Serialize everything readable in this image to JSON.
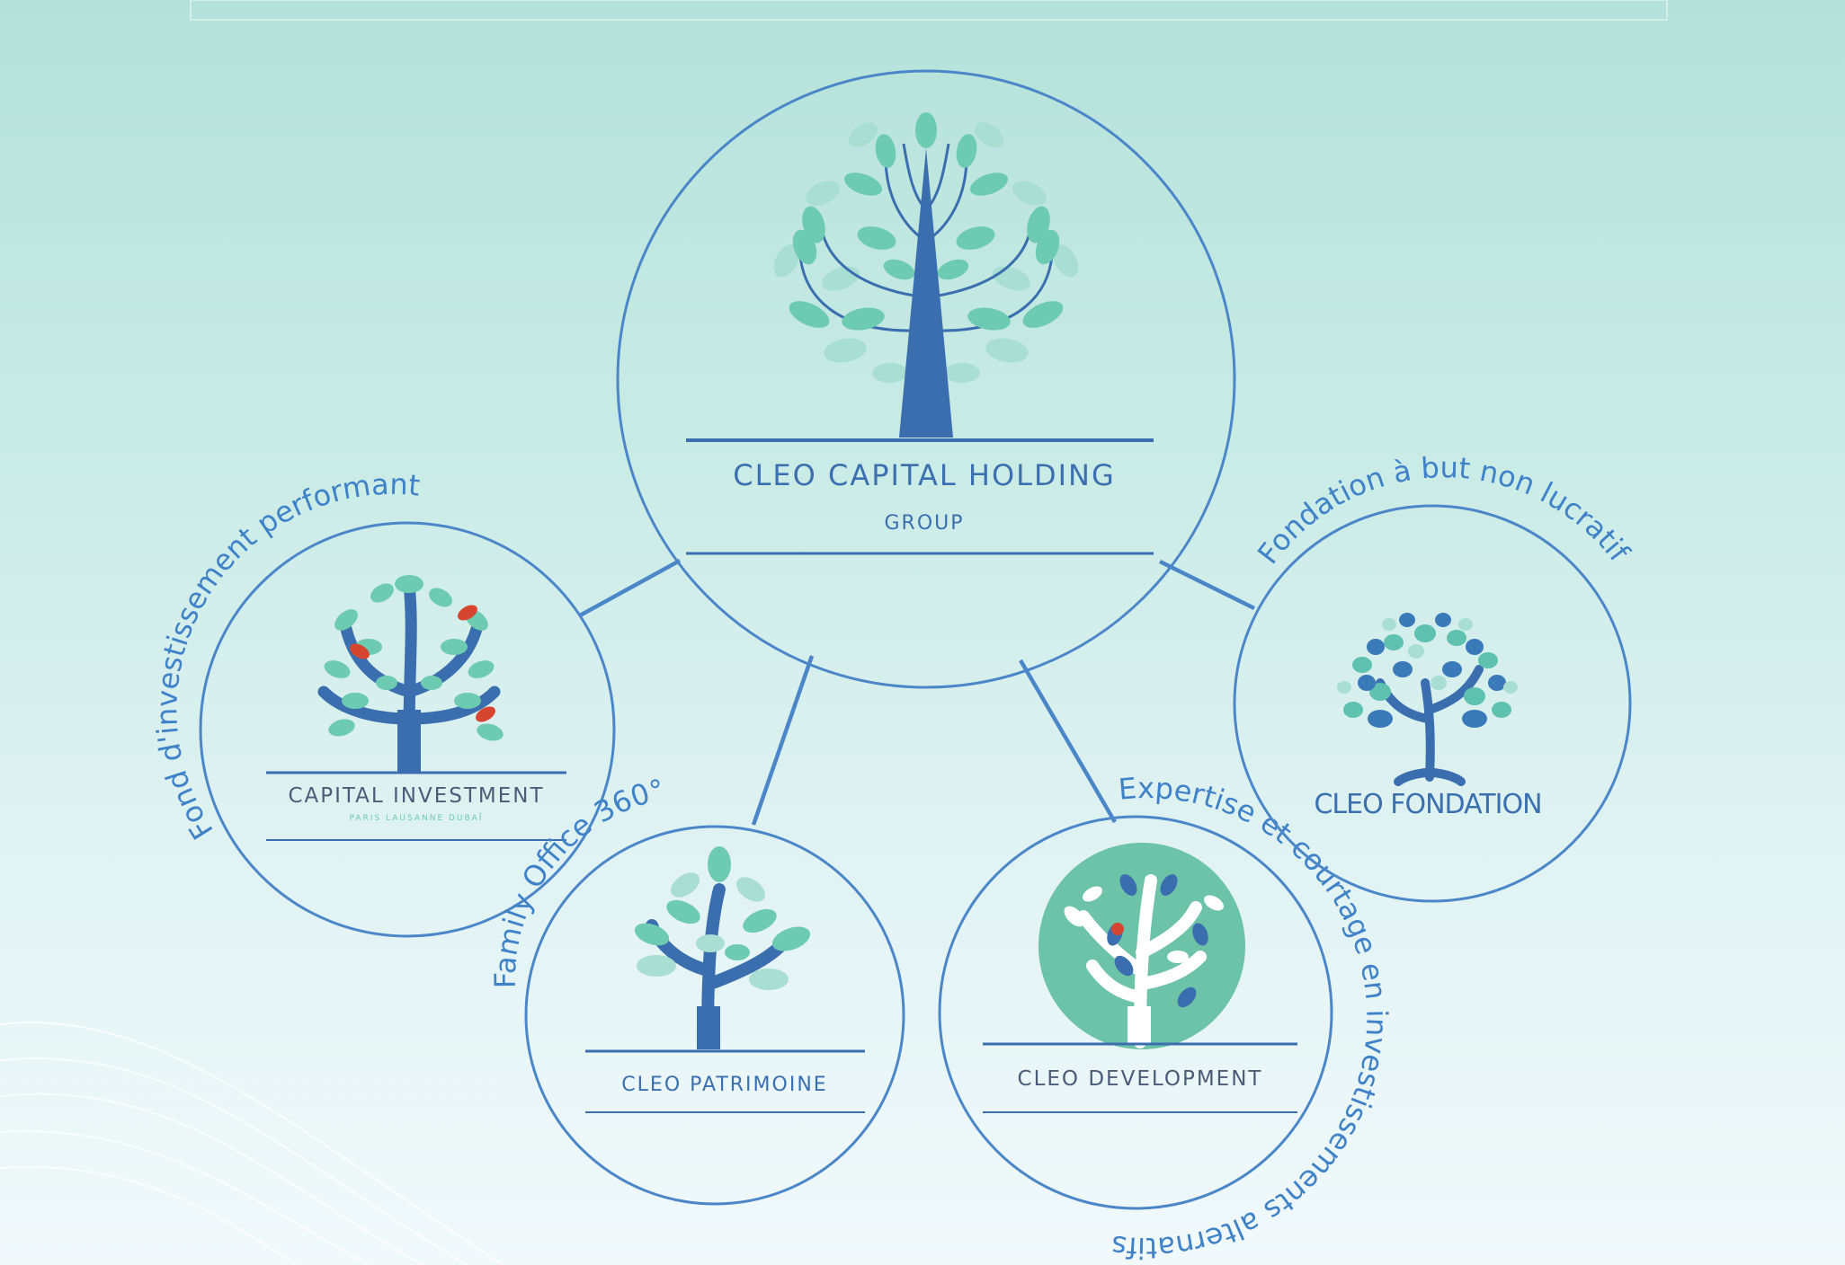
{
  "colors": {
    "ring": "#4a86c8",
    "text": "#3a6fb0",
    "trunk": "#3a6eae",
    "leaf": "#6ccbb0",
    "leaf_light": "#a9ded2",
    "fruit": "#d64530",
    "circle_fill": "#6cc3a8"
  },
  "nodes": {
    "holding": {
      "name": "CLEO CAPITAL HOLDING",
      "sub": "GROUP"
    },
    "investment": {
      "name": "CAPITAL INVESTMENT",
      "sub": "PARIS LAUSANNE DUBAÏ",
      "caption": "Fond d'investissement performant"
    },
    "patrimoine": {
      "name": "CLEO PATRIMOINE",
      "caption": "Family Office 360°"
    },
    "development": {
      "name": "CLEO DEVELOPMENT",
      "caption": "Expertise et courtage en investissements alternatifs"
    },
    "fondation": {
      "name": "CLEO FONDATION",
      "caption": "Fondation à but non lucratif"
    }
  }
}
